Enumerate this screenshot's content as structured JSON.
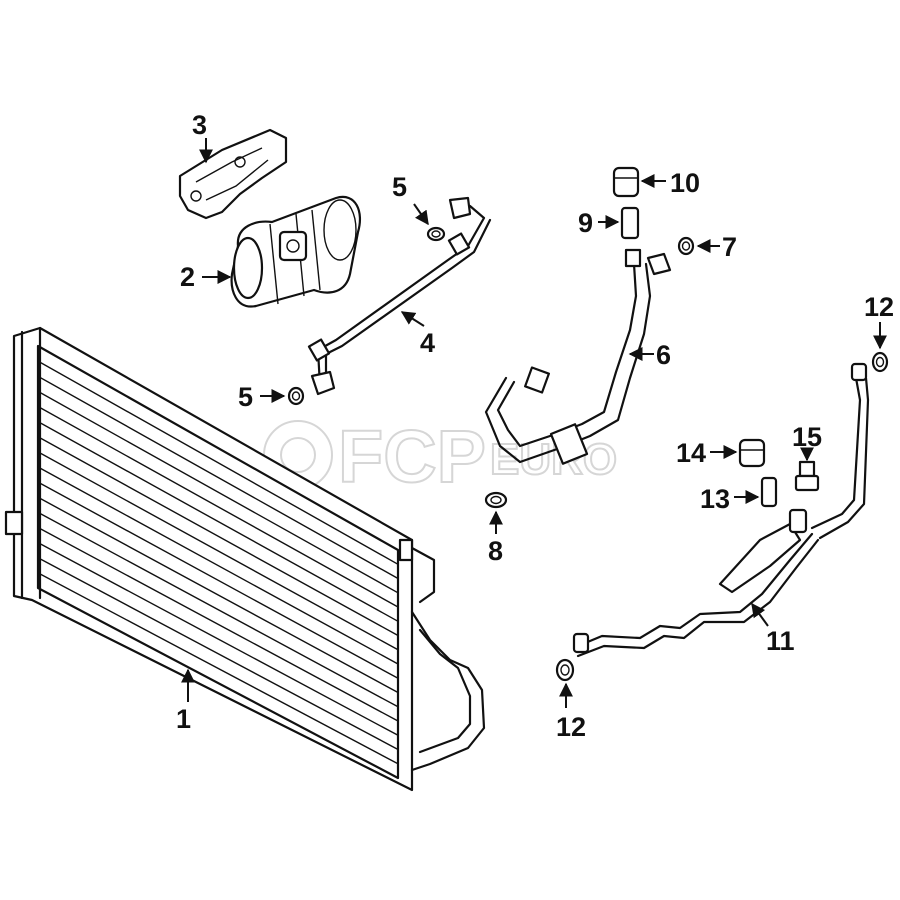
{
  "watermark": {
    "brand": "FCP",
    "suffix": "EURO"
  },
  "callouts": [
    "1",
    "2",
    "3",
    "4",
    "5",
    "5",
    "6",
    "7",
    "8",
    "9",
    "10",
    "11",
    "12",
    "12",
    "13",
    "14",
    "15"
  ],
  "colors": {
    "ink": "#111111",
    "watermark": "#d6d6d6",
    "background": "#ffffff"
  }
}
